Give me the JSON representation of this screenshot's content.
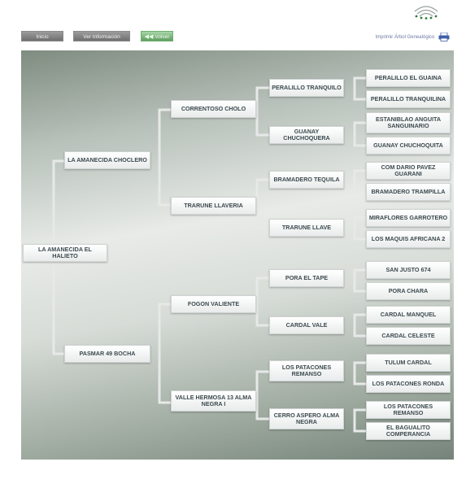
{
  "toolbar": {
    "inicio_label": "Inicio",
    "info_label": "Ver Información",
    "volver_label": "Volver",
    "print_label": "Imprimir Árbol Genealógico"
  },
  "tree": {
    "root": "LA AMANECIDA EL HALIETO",
    "g1": [
      "LA AMANECIDA CHOCLERO",
      "PASMAR 49 BOCHA"
    ],
    "g2": [
      "CORRENTOSO CHOLO",
      "TRARUNE LLAVERIA",
      "FOGON VALIENTE",
      "VALLE HERMOSA 13 ALMA NEGRA I"
    ],
    "g3": [
      "PERALILLO TRANQUILO",
      "GUANAY CHUCHOQUERA",
      "BRAMADERO TEQUILA",
      "TRARUNE LLAVE",
      "PORA EL TAPE",
      "CARDAL VALE",
      "LOS PATACONES REMANSO",
      "CERRO ASPERO ALMA NEGRA"
    ],
    "g4": [
      "PERALILLO EL GUAINA",
      "PERALILLO TRANQUILINA",
      "ESTANIBLAO ANGUITA SANGUINARIO",
      "GUANAY CHUCHOQUITA",
      "COM DARIO PAVEZ GUARANI",
      "BRAMADERO TRAMPILLA",
      "MIRAFLORES GARROTERO",
      "LOS MAQUIS AFRICANA 2",
      "SAN JUSTO 674",
      "PORA CHARA",
      "CARDAL MANQUEL",
      "CARDAL CELESTE",
      "TULUM CARDAL",
      "LOS PATACONES RONDA",
      "LOS PATACONES REMANSO",
      "EL BAGUALITO COMPERANCIA"
    ]
  }
}
